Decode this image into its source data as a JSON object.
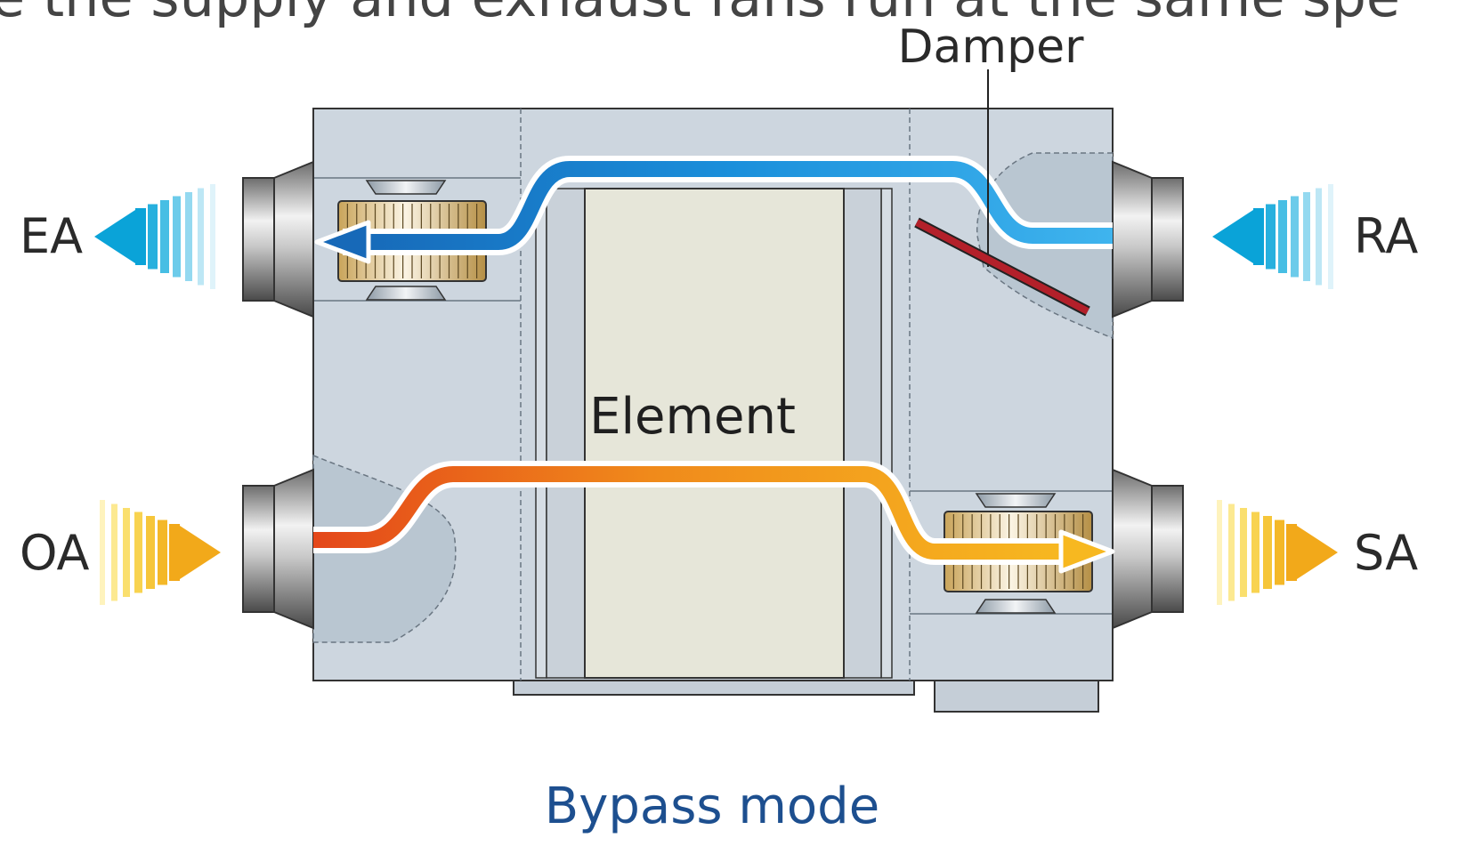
{
  "header": {
    "cropped_text": "e the supply and exhaust fans run at the same spe"
  },
  "labels": {
    "damper": "Damper",
    "element": "Element",
    "ea": "EA",
    "ra": "RA",
    "oa": "OA",
    "sa": "SA"
  },
  "caption": "Bypass mode",
  "colors": {
    "housing": "#cdd6df",
    "element_core": "#e6e6d9",
    "exhaust_flow": "#1a8fdb",
    "supply_flow_start": "#e85a1a",
    "supply_flow_end": "#f6b11c",
    "damper": "#b3202a",
    "caption": "#1d4f8f",
    "text": "#2a2a2a"
  },
  "icons": {
    "fans": [
      "fan-icon",
      "fan-icon"
    ],
    "ducts": [
      "duct-collar-icon",
      "duct-collar-icon",
      "duct-collar-icon",
      "duct-collar-icon"
    ],
    "arrows": [
      "arrow-left-icon",
      "arrow-left-icon",
      "arrow-right-icon",
      "arrow-right-icon"
    ]
  }
}
